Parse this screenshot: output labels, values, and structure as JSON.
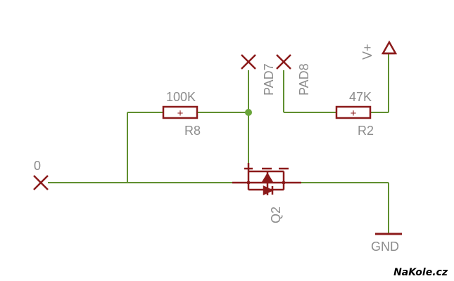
{
  "colors": {
    "wire": "#5f8f2f",
    "component": "#8b1a1a",
    "label": "#8c8c8c",
    "junction": "#6aa53a",
    "watermark": "#000000"
  },
  "labels": {
    "r8_value": "100K",
    "r8_name": "R8",
    "r2_value": "47K",
    "r2_name": "R2",
    "pad7": "PAD7",
    "pad8": "PAD8",
    "vplus": "V+",
    "input": "0",
    "q2": "Q2",
    "gnd": "GND",
    "resistor_mark": "+"
  },
  "watermark": "NaKole.cz"
}
